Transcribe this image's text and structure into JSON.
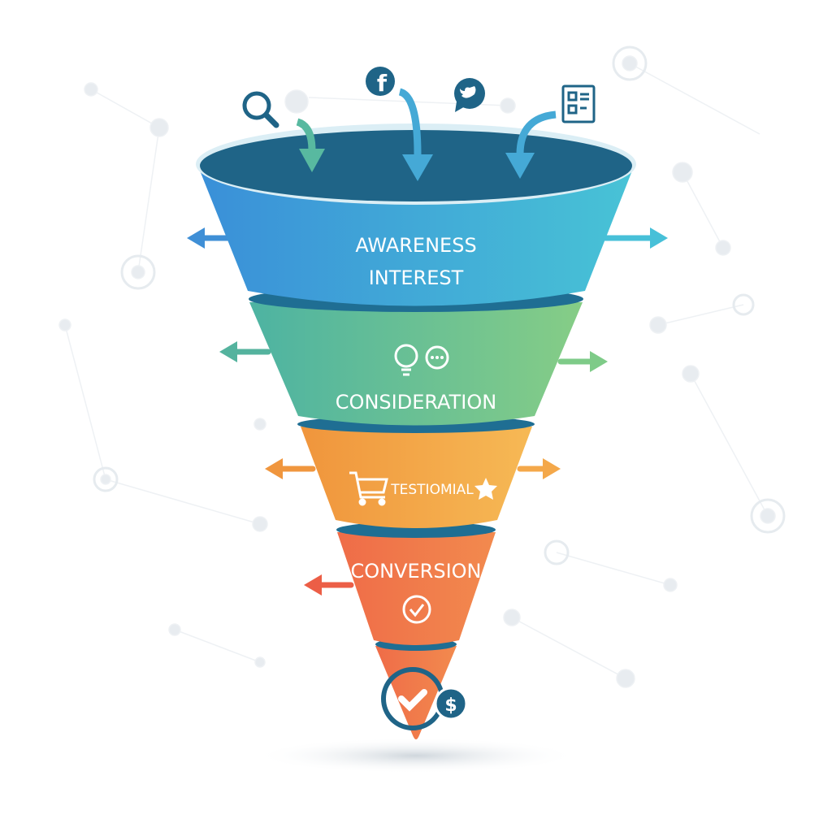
{
  "funnel": {
    "stages": [
      {
        "lines": [
          "AWARENESS",
          "INTEREST"
        ],
        "color_start": "#3a8fd8",
        "color_end": "#48c3d6"
      },
      {
        "lines": [
          "CONSIDERATION"
        ],
        "color_start": "#4db3a2",
        "color_end": "#86cd86",
        "icons": [
          "lightbulb-icon",
          "chat-bubble-icon"
        ]
      },
      {
        "lines": [
          "TESTIOMIAL"
        ],
        "color_start": "#f0953c",
        "color_end": "#f6b955",
        "icons": [
          "shopping-cart-icon",
          "star-icon"
        ]
      },
      {
        "lines": [
          "CONVERSION"
        ],
        "color_start": "#ef6c48",
        "color_end": "#f28a4e",
        "icons": [
          "check-circle-icon"
        ]
      },
      {
        "lines": [],
        "color_start": "#ef6a48",
        "color_end": "#f28a4e",
        "icons": [
          "checkmark-badge-icon",
          "dollar-coin-icon"
        ]
      }
    ],
    "sources": [
      "search-icon",
      "facebook-icon",
      "twitter-icon",
      "clipboard-form-icon"
    ],
    "colors": {
      "rim": "#1f6487",
      "band": "#1f6e93",
      "background_nodes": "#e6ebef"
    }
  }
}
